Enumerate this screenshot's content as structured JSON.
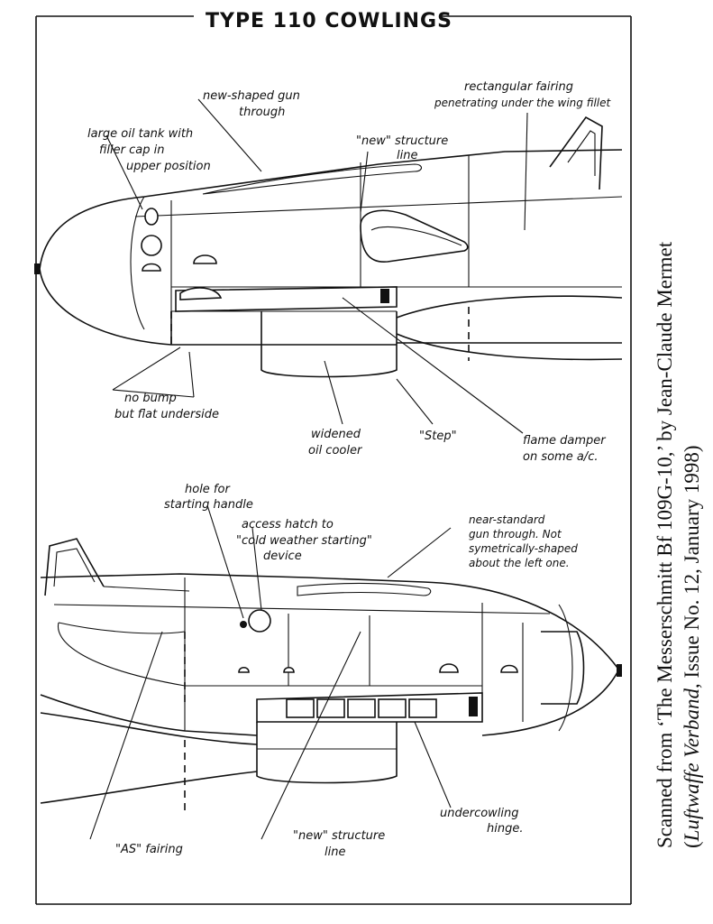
{
  "title": "TYPE 110 COWLINGS",
  "upper_view": {
    "labels": {
      "gun_through": [
        "new-shaped gun",
        "through"
      ],
      "oil_tank": [
        "large oil tank with",
        "filler cap in",
        "upper position"
      ],
      "structure_line": [
        "\"new\" structure",
        "line"
      ],
      "fairing": [
        "rectangular fairing",
        "penetrating under the wing fillet"
      ],
      "no_bump": [
        "no bump",
        "but flat underside"
      ],
      "oil_cooler": [
        "widened",
        "oil cooler"
      ],
      "step": "\"Step\"",
      "flame_damper": [
        "flame damper",
        "on some a/c."
      ]
    }
  },
  "lower_view": {
    "labels": {
      "starting_handle": [
        "hole for",
        "starting handle"
      ],
      "access_hatch": [
        "access hatch to",
        "\"cold weather starting\"",
        "device"
      ],
      "gun_through": [
        "near-standard",
        "gun through. Not",
        "symetrically-shaped",
        "about the left one."
      ],
      "as_fairing": "\"AS\" fairing",
      "structure_line": [
        "\"new\" structure",
        "line"
      ],
      "undercowling_hinge": [
        "undercowling",
        "hinge."
      ]
    }
  },
  "caption": {
    "line1": "Scanned from ‘The Messerschmitt Bf 109G-10,’ by Jean-Claude Mermet",
    "line2_italic": "Luftwaffe Verband",
    "line2_rest": ", Issue No. 12, January 1998)",
    "line2_open": "("
  }
}
